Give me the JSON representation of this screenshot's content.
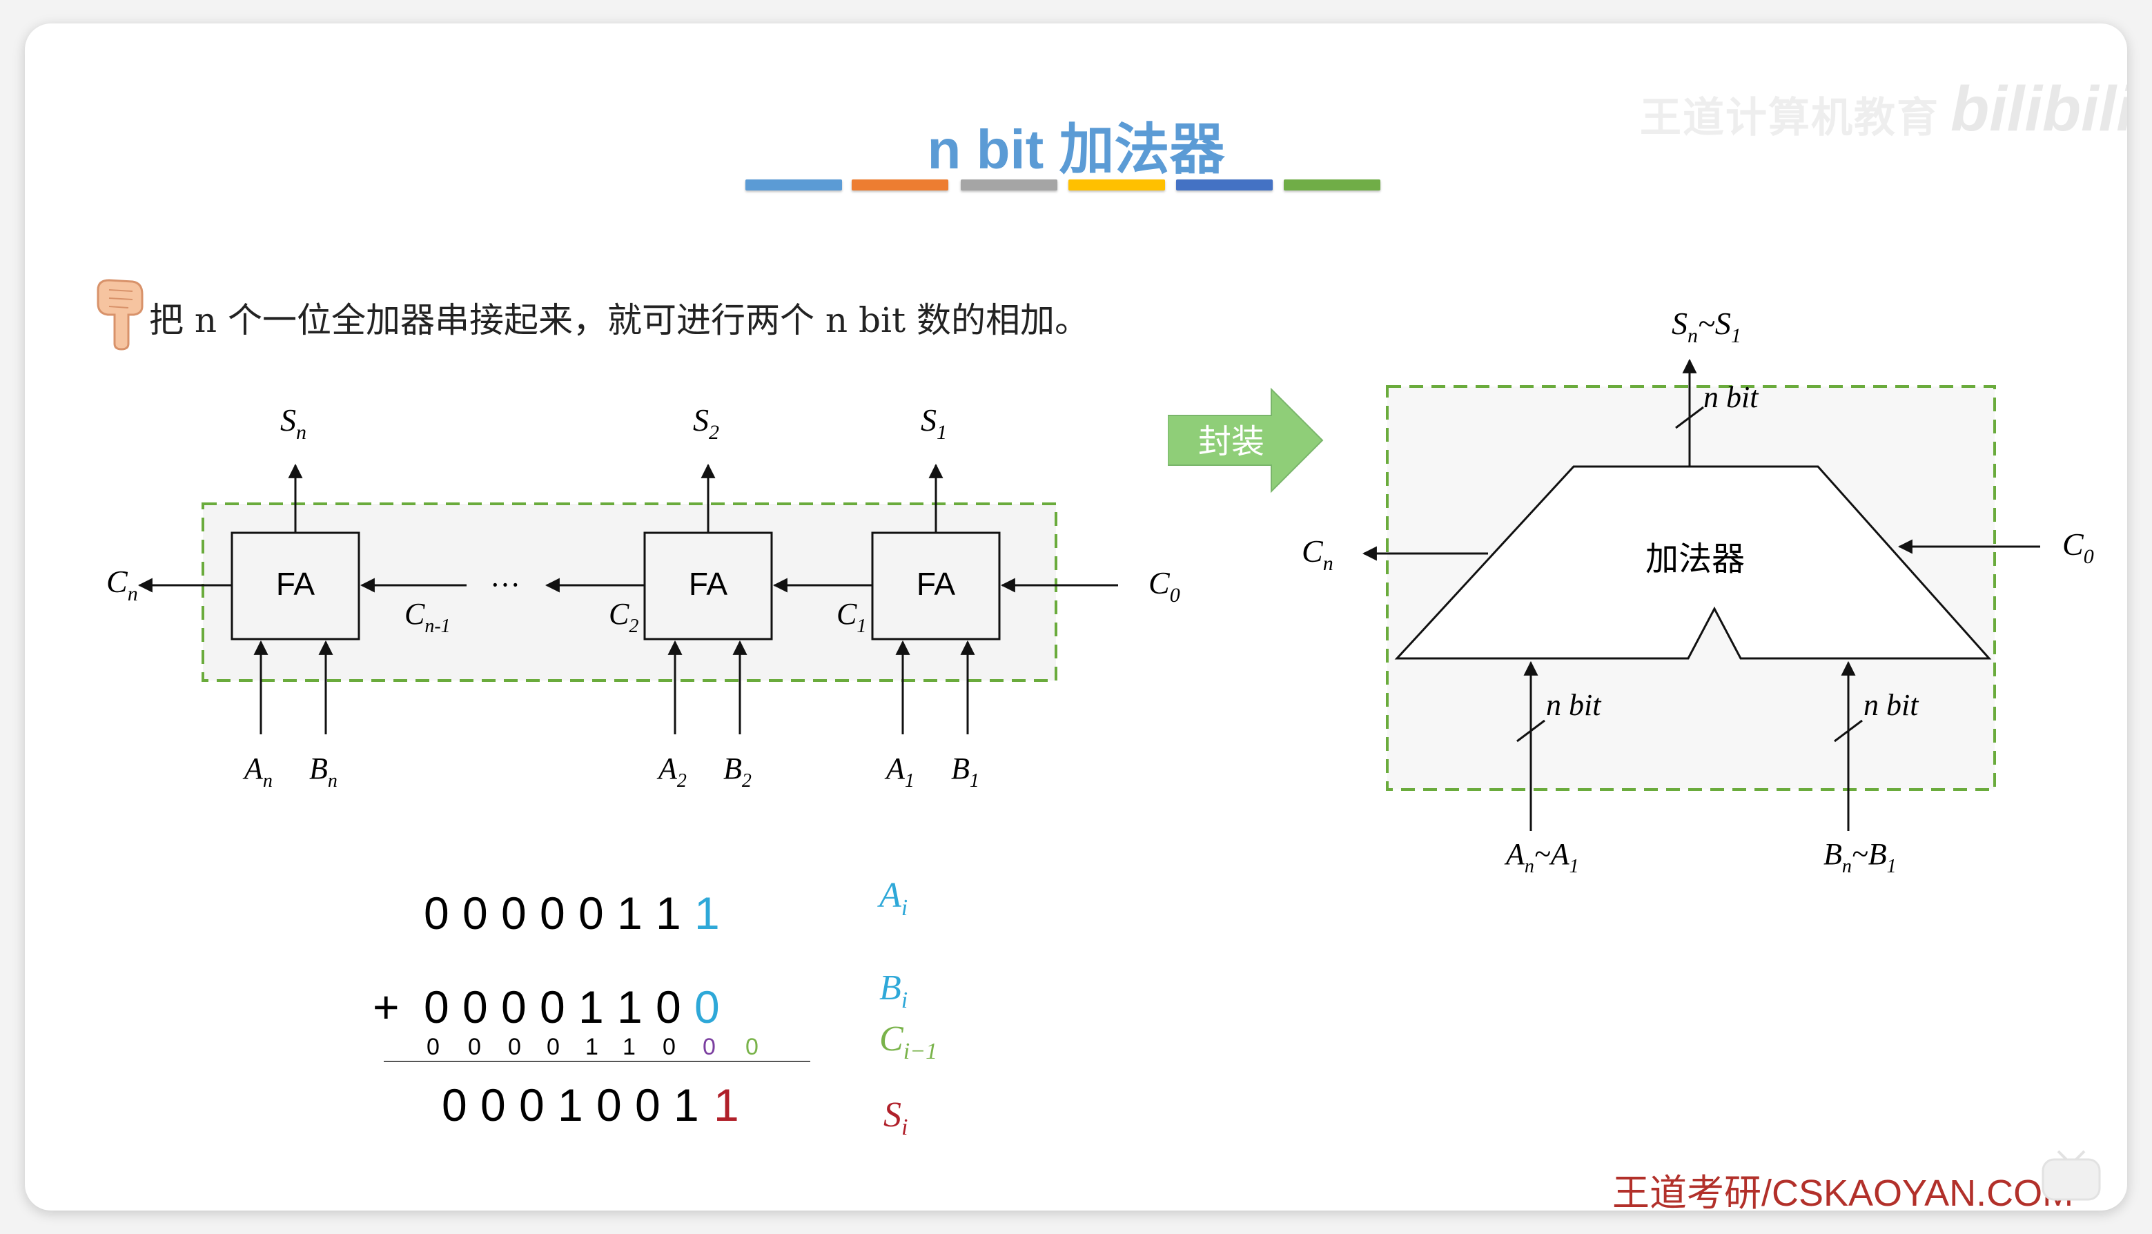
{
  "slide": {
    "title": "n bit 加法器",
    "color_bars": [
      "#5b9bd5",
      "#ed7d31",
      "#a5a5a5",
      "#ffc000",
      "#4472c4",
      "#70ad47"
    ],
    "watermark_brand": "王道计算机教育",
    "watermark_logo": "bilibili",
    "intro": "把 n 个一位全加器串接起来，就可进行两个 n bit 数的相加。",
    "footer_brand": "王道考研/CSKAOYAN.COM"
  },
  "chain": {
    "fa_label": "FA",
    "ellipsis": "···",
    "boxes": [
      {
        "sum": "S",
        "sum_sub": "n",
        "a": "A",
        "a_sub": "n",
        "b": "B",
        "b_sub": "n",
        "carry_in": "C",
        "carry_in_sub": "n-1"
      },
      {
        "sum": "S",
        "sum_sub": "2",
        "a": "A",
        "a_sub": "2",
        "b": "B",
        "b_sub": "2",
        "carry_in": "C",
        "carry_in_sub": "1"
      },
      {
        "sum": "S",
        "sum_sub": "1",
        "a": "A",
        "a_sub": "1",
        "b": "B",
        "b_sub": "1",
        "carry_in": "C",
        "carry_in_sub": "0"
      }
    ],
    "mid_carry": {
      "main": "C",
      "sub": "2"
    },
    "carry_out": {
      "main": "C",
      "sub": "n"
    }
  },
  "package_arrow": {
    "label": "封装",
    "color": "#8fce78"
  },
  "adder_block": {
    "label": "加法器",
    "out": {
      "s_main": "S",
      "s_sub": "n",
      "tilde": "~",
      "s2_main": "S",
      "s2_sub": "1"
    },
    "bus_width": "n bit",
    "carry_out": {
      "main": "C",
      "sub": "n"
    },
    "carry_in": {
      "main": "C",
      "sub": "0"
    },
    "in_a": {
      "m1": "A",
      "s1": "n",
      "tilde": "~",
      "m2": "A",
      "s2": "1"
    },
    "in_b": {
      "m1": "B",
      "s1": "n",
      "tilde": "~",
      "m2": "B",
      "s2": "1"
    }
  },
  "addition": {
    "a_digits": [
      "0",
      "0",
      "0",
      "0",
      "0",
      "1",
      "1",
      "1"
    ],
    "plus": "+",
    "b_digits": [
      "0",
      "0",
      "0",
      "0",
      "1",
      "1",
      "0",
      "0"
    ],
    "carry_digits": [
      "0",
      "0",
      "0",
      "0",
      "1",
      "1",
      "0",
      "0",
      "0"
    ],
    "s_digits": [
      "0",
      "0",
      "0",
      "1",
      "0",
      "0",
      "1",
      "1"
    ],
    "labels": {
      "a": {
        "main": "A",
        "sub": "i"
      },
      "b": {
        "main": "B",
        "sub": "i"
      },
      "c": {
        "main": "C",
        "sub": "i−1"
      },
      "s": {
        "main": "S",
        "sub": "i"
      }
    },
    "colors": {
      "a": "#2ea8d8",
      "b": "#2ea8d8",
      "c": "#79b34a",
      "s": "#b0202a",
      "carry_mid": "#7b3fa0"
    }
  }
}
